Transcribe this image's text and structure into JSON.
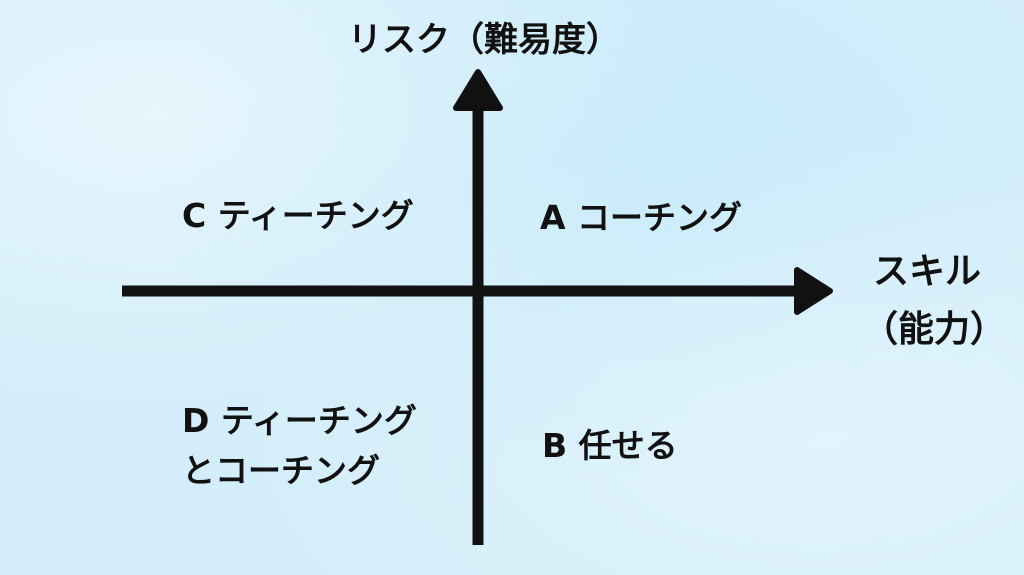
{
  "y_axis": {
    "label": "リスク（難易度）"
  },
  "x_axis": {
    "label_line1": "スキル",
    "label_line2": "（能力）"
  },
  "quadrants": {
    "top_left": "C ティーチング",
    "top_right": "A コーチング",
    "bottom_left_line1": "D ティーチング",
    "bottom_left_line2": "とコーチング",
    "bottom_right": "B 任せる"
  },
  "colors": {
    "axis": "#111111",
    "background": "#d3eefa"
  }
}
